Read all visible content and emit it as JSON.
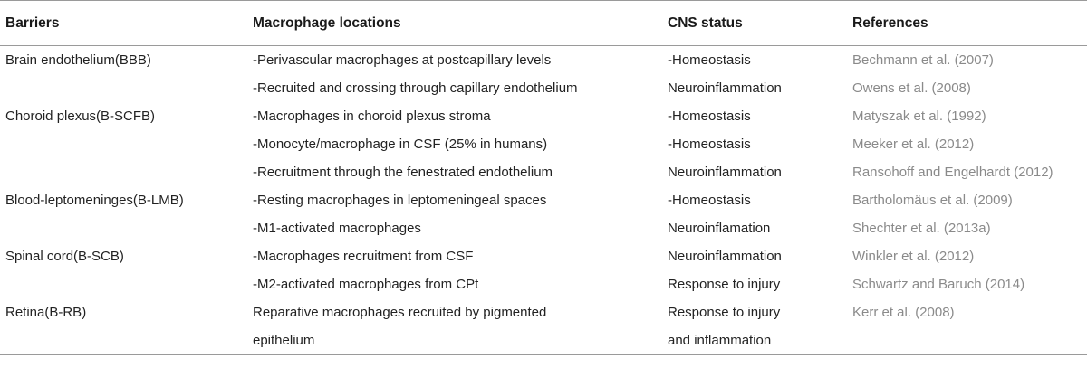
{
  "headers": {
    "barriers": "Barriers",
    "locations": "Macrophage locations",
    "status": "CNS status",
    "references": "References"
  },
  "rows": [
    {
      "barrier": "Brain endothelium(BBB)",
      "location": "-Perivascular macrophages at postcapillary levels",
      "status": "-Homeostasis",
      "reference": "Bechmann et al. (2007)"
    },
    {
      "barrier": "",
      "location": "-Recruited and crossing through capillary endothelium",
      "status": "Neuroinflammation",
      "reference": "Owens et al. (2008)"
    },
    {
      "barrier": "Choroid plexus(B-SCFB)",
      "location": "-Macrophages in choroid plexus stroma",
      "status": "-Homeostasis",
      "reference": "Matyszak et al. (1992)"
    },
    {
      "barrier": "",
      "location": "-Monocyte/macrophage in CSF (25% in humans)",
      "status": "-Homeostasis",
      "reference": "Meeker et al. (2012)"
    },
    {
      "barrier": "",
      "location": "-Recruitment through the fenestrated endothelium",
      "status": "Neuroinflammation",
      "reference": "Ransohoff and Engelhardt (2012)"
    },
    {
      "barrier": "Blood-leptomeninges(B-LMB)",
      "location": "-Resting macrophages in leptomeningeal spaces",
      "status": "-Homeostasis",
      "reference": "Bartholomäus et al. (2009)"
    },
    {
      "barrier": "",
      "location": "-M1-activated macrophages",
      "status": "Neuroinflamation",
      "reference": "Shechter et al. (2013a)"
    },
    {
      "barrier": "Spinal cord(B-SCB)",
      "location": "-Macrophages recruitment from CSF",
      "status": "Neuroinflammation",
      "reference": "Winkler et al. (2012)"
    },
    {
      "barrier": "",
      "location": "-M2-activated macrophages from CPt",
      "status": "Response to injury",
      "reference": "Schwartz and Baruch (2014)"
    },
    {
      "barrier": "Retina(B-RB)",
      "location_line1": "Reparative macrophages recruited by pigmented",
      "location_line2": "epithelium",
      "status_line1": "Response to injury",
      "status_line2": "and inflammation",
      "reference": "Kerr et al. (2008)"
    }
  ]
}
